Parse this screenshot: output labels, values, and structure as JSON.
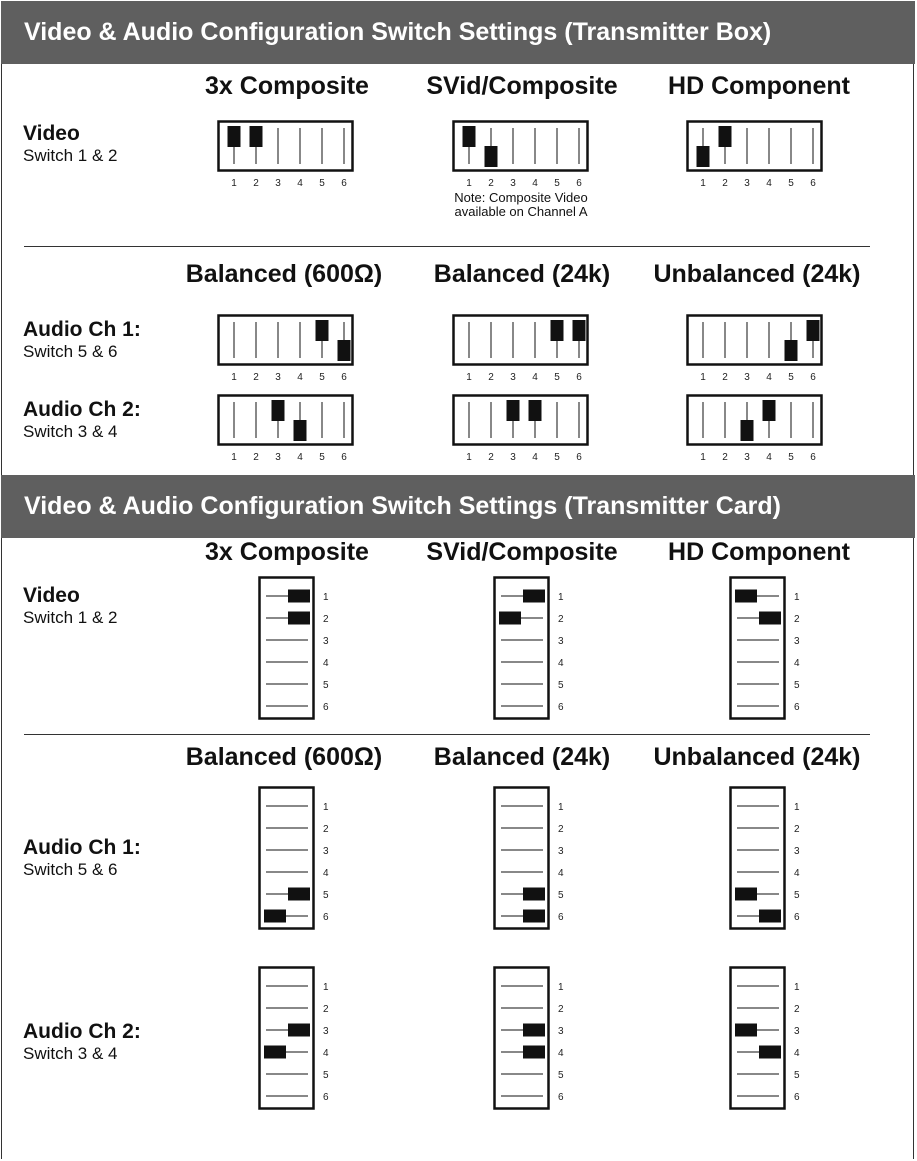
{
  "box": {
    "title": "Video & Audio Configuration Switch Settings (Transmitter Box)",
    "video_headers": [
      "3x Composite",
      "SVid/Composite",
      "HD Component"
    ],
    "audio_headers": [
      "Balanced (600Ω)",
      "Balanced (24k)",
      "Unbalanced (24k)"
    ],
    "video_label": {
      "title": "Video",
      "sub": "Switch 1 & 2"
    },
    "audio1_label": {
      "title": "Audio Ch 1:",
      "sub": "Switch 5 & 6"
    },
    "audio2_label": {
      "title": "Audio Ch 2:",
      "sub": "Switch 3 & 4"
    },
    "note_line1": "Note: Composite Video",
    "note_line2": "available on Channel A",
    "switch_numbers": [
      "1",
      "2",
      "3",
      "4",
      "5",
      "6"
    ],
    "video_switches": [
      {
        "up": [
          1,
          2
        ],
        "down": []
      },
      {
        "up": [
          1
        ],
        "down": [
          2
        ]
      },
      {
        "up": [
          2
        ],
        "down": [
          1
        ]
      }
    ],
    "audio1_switches": [
      {
        "up": [
          5
        ],
        "down": [
          6
        ]
      },
      {
        "up": [
          5,
          6
        ],
        "down": []
      },
      {
        "up": [
          6
        ],
        "down": [
          5
        ]
      }
    ],
    "audio2_switches": [
      {
        "up": [
          3
        ],
        "down": [
          4
        ]
      },
      {
        "up": [
          3,
          4
        ],
        "down": []
      },
      {
        "up": [
          4
        ],
        "down": [
          3
        ]
      }
    ]
  },
  "card": {
    "title": "Video & Audio Configuration Switch Settings (Transmitter Card)",
    "video_headers": [
      "3x Composite",
      "SVid/Composite",
      "HD Component"
    ],
    "audio_headers": [
      "Balanced (600Ω)",
      "Balanced (24k)",
      "Unbalanced (24k)"
    ],
    "video_label": {
      "title": "Video",
      "sub": "Switch 1 & 2"
    },
    "audio1_label": {
      "title": "Audio Ch 1:",
      "sub": "Switch 5 & 6"
    },
    "audio2_label": {
      "title": "Audio Ch 2:",
      "sub": "Switch 3 & 4"
    },
    "switch_numbers": [
      "1",
      "2",
      "3",
      "4",
      "5",
      "6"
    ],
    "video_switches": [
      {
        "right": [
          1,
          2
        ],
        "left": []
      },
      {
        "right": [
          1
        ],
        "left": [
          2
        ]
      },
      {
        "right": [
          2
        ],
        "left": [
          1
        ]
      }
    ],
    "audio1_switches": [
      {
        "right": [
          5
        ],
        "left": [
          6
        ]
      },
      {
        "right": [
          5,
          6
        ],
        "left": []
      },
      {
        "right": [
          6
        ],
        "left": [
          5
        ]
      }
    ],
    "audio2_switches": [
      {
        "right": [
          3
        ],
        "left": [
          4
        ]
      },
      {
        "right": [
          3,
          4
        ],
        "left": []
      },
      {
        "right": [
          4
        ],
        "left": [
          3
        ]
      }
    ]
  }
}
